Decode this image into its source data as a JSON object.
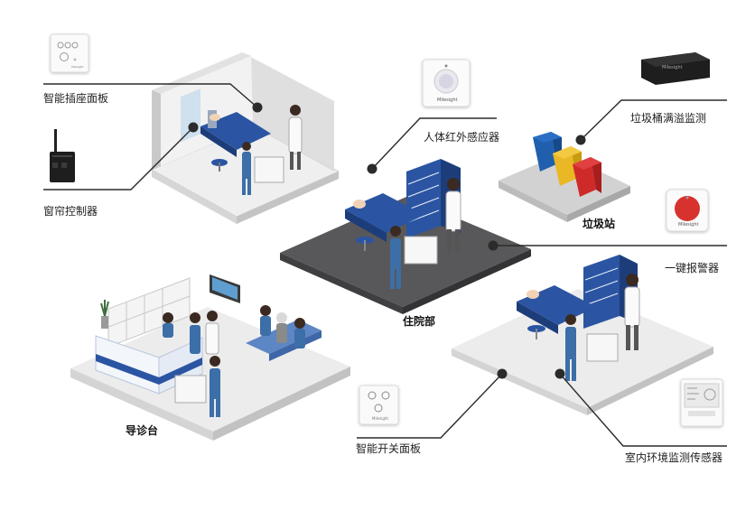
{
  "labels": {
    "socket_panel": "智能插座面板",
    "curtain_controller": "窗帘控制器",
    "pir_sensor": "人体红外感应器",
    "bin_overflow": "垃圾桶满溢监测",
    "sos_button": "一键报警器",
    "smart_switch": "智能开关面板",
    "env_sensor": "室内环境监测传感器"
  },
  "zones": {
    "garbage_station": "垃圾站",
    "inpatient_dept": "住院部",
    "triage_desk": "导诊台"
  },
  "brand_mark": "Milesight",
  "colors": {
    "line": "#2b2b2b",
    "floor_light": "#ececec",
    "floor_dark": "#58585a",
    "wall": "#d9d9d9",
    "staff_blue": "#3c6ea8",
    "bed_blue": "#2b55a3",
    "bin_blue": "#1f5fae",
    "bin_yellow": "#e9b824",
    "bin_red": "#cf2a2a",
    "alarm_red": "#d8302e"
  }
}
